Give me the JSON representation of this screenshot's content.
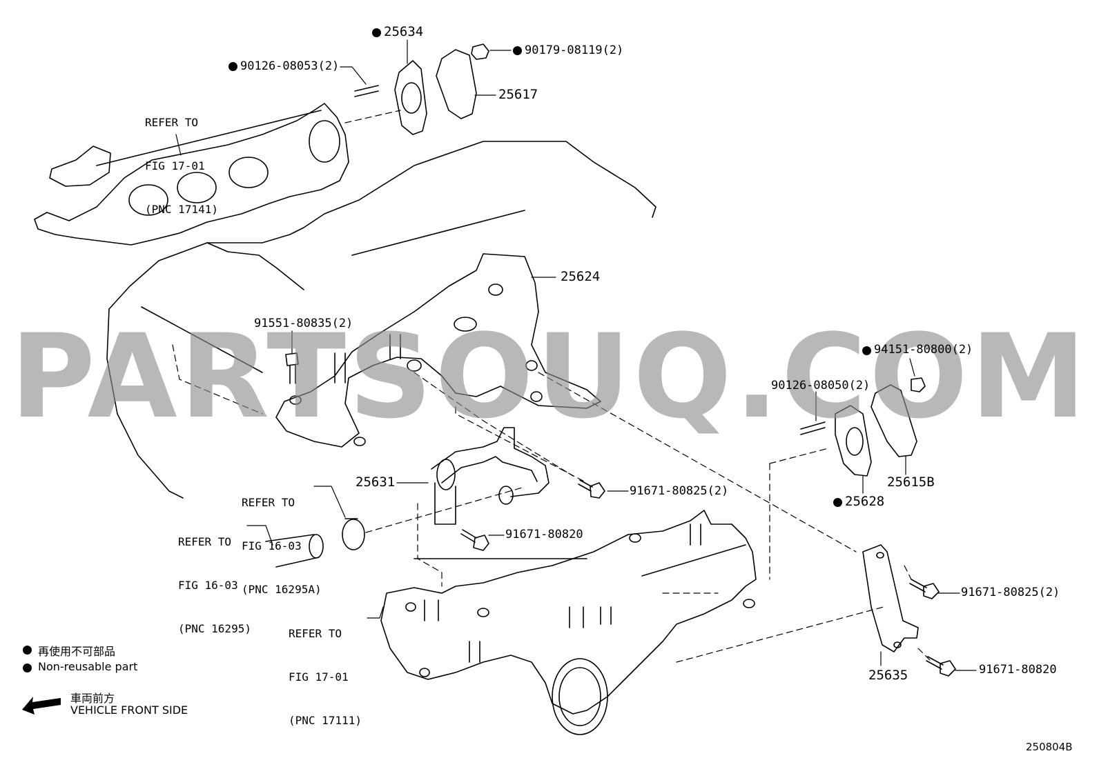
{
  "watermark": "PARTSOUQ.COM",
  "figure_code": "250804B",
  "parts": {
    "p25634": "25634",
    "p90179": "90179-08119(2)",
    "p90126a": "90126-08053(2)",
    "p25617": "25617",
    "p25624": "25624",
    "p91551": "91551-80835(2)",
    "p94151": "94151-80800(2)",
    "p90126b": "90126-08050(2)",
    "p25631": "25631",
    "p91671a": "91671-80825(2)",
    "p25615b": "25615B",
    "p25628": "25628",
    "p91671b": "91671-80820",
    "p91671c": "91671-80825(2)",
    "p25635": "25635",
    "p91671d": "91671-80820"
  },
  "refs": {
    "ref1": [
      "REFER TO",
      "FIG 17-01",
      "(PNC 17141)"
    ],
    "ref2": [
      "REFER TO",
      "FIG 16-03",
      "(PNC 16295A)"
    ],
    "ref3": [
      "REFER TO",
      "FIG 16-03",
      "(PNC 16295)"
    ],
    "ref4": [
      "REFER TO",
      "FIG 17-01",
      "(PNC 17111)"
    ]
  },
  "legend": {
    "non_reusable_jp": "再使用不可部品",
    "non_reusable_en": "Non-reusable part",
    "front_jp": "車両前方",
    "front_en": "VEHICLE FRONT SIDE"
  }
}
